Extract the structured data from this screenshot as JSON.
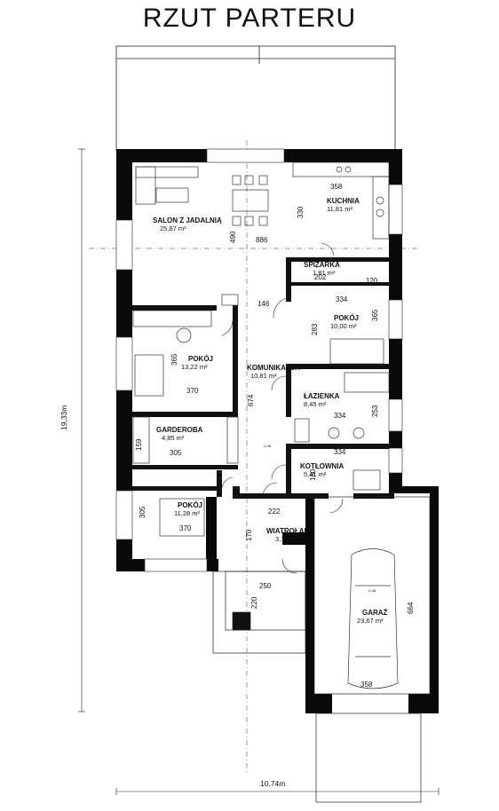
{
  "title": "RZUT PARTERU",
  "overall": {
    "width": "10,74m",
    "height": "19,33m"
  },
  "rooms": [
    {
      "name": "SALON Z JADALNIĄ",
      "area": "25,87 m²"
    },
    {
      "name": "KUCHNIA",
      "area": "11,81 m²"
    },
    {
      "name": "SPIŻARKA",
      "area": "1,81 m²"
    },
    {
      "name": "POKÓJ",
      "area": "10,00 m²"
    },
    {
      "name": "POKÓJ",
      "area": "13,22 m²"
    },
    {
      "name": "KOMUNIKACJA",
      "area": "10,81 m²"
    },
    {
      "name": "ŁAZIENKA",
      "area": "8,45 m²"
    },
    {
      "name": "GARDEROBA",
      "area": "4,85 m²"
    },
    {
      "name": "KOTŁOWNIA",
      "area": "5,41 m²"
    },
    {
      "name": "POKÓJ",
      "area": "11,28 m²"
    },
    {
      "name": "WIATROŁAP",
      "area": "3,77 m²"
    },
    {
      "name": "GARAŻ",
      "area": "23,67 m²"
    }
  ],
  "dimensions": [
    "358",
    "330",
    "490",
    "886",
    "202",
    "120",
    "334",
    "146",
    "365",
    "283",
    "365",
    "370",
    "674",
    "334",
    "253",
    "159",
    "305",
    "334",
    "180",
    "222",
    "305",
    "370",
    "170",
    "250",
    "220",
    "664",
    "358"
  ],
  "tags": [
    "-0,48",
    "-0,48",
    "-0,48"
  ]
}
